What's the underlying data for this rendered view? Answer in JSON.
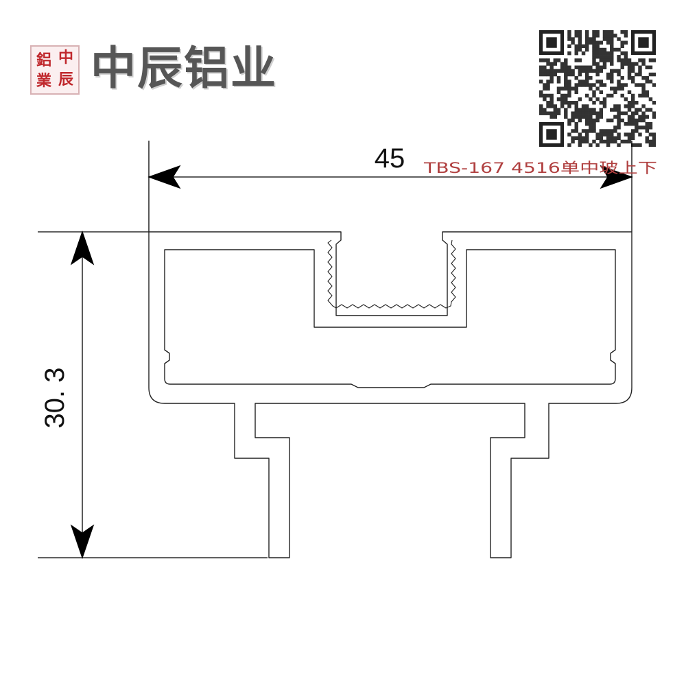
{
  "brand": {
    "seal_chars": [
      "鋁",
      "中",
      "業",
      "辰"
    ],
    "name": "中辰铝业",
    "seal_color": "#c0282d"
  },
  "product": {
    "model_label": "TBS-167  4516单中玻上下",
    "label_color": "#b04040"
  },
  "dimensions": {
    "width": "45",
    "height": "30. 3"
  },
  "qr_code": {
    "icon": "qr-code-icon"
  }
}
